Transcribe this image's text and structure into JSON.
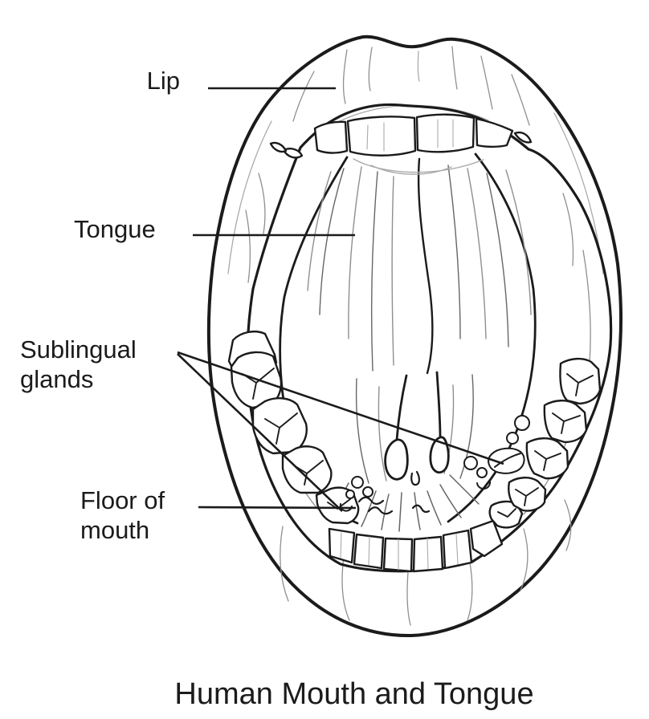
{
  "figure": {
    "title": "Human Mouth and Tongue",
    "labels": {
      "lip": "Lip",
      "tongue": "Tongue",
      "sublingual_glands_line1": "Sublingual",
      "sublingual_glands_line2": "glands",
      "floor_of_mouth_line1": "Floor of",
      "floor_of_mouth_line2": "mouth"
    },
    "colors": {
      "ink": "#1b1b1b",
      "background": "#ffffff"
    }
  }
}
